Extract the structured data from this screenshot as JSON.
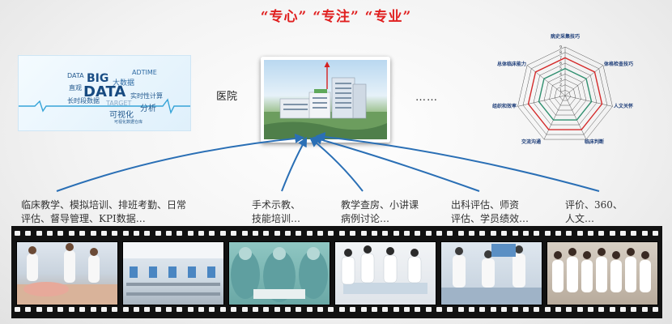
{
  "slogan": "“专心”  “专注”  “专业”",
  "big_data_words": [
    "BIG",
    "DATA",
    "ADTIME",
    "大数据",
    "实时性计算",
    "分析",
    "可视化",
    "可视化数据仓库",
    "直观",
    "长时段数据",
    "TARGET",
    "DATA"
  ],
  "hospital": {
    "label": "医院"
  },
  "ellipsis": "……",
  "radar": {
    "axes": [
      "病史采集技巧",
      "体格检查技巧",
      "人文关怀",
      "临床判断",
      "交流沟通",
      "组织和效率",
      "总体临床能力"
    ],
    "ticks": [
      "9",
      "8",
      "7",
      "6",
      "5",
      "4",
      "3",
      "2",
      "1"
    ],
    "series_colors": [
      "#d42a2a",
      "#2f8f6f"
    ]
  },
  "topics": [
    {
      "line1": "临床教学、模拟培训、排班考勤、日常",
      "line2": "评估、督导管理、KPI数据…"
    },
    {
      "line1": "手术示教、",
      "line2": "技能培训…"
    },
    {
      "line1": "教学查房、小讲课",
      "line2": "病例讨论…"
    },
    {
      "line1": "出科评估、师资",
      "line2": "评估、学员绩效…"
    },
    {
      "line1": "评价、360、",
      "line2": "人文…"
    }
  ],
  "colors": {
    "slogan": "#e02020",
    "arrow": "#2a6fb5",
    "film": "#121212"
  }
}
